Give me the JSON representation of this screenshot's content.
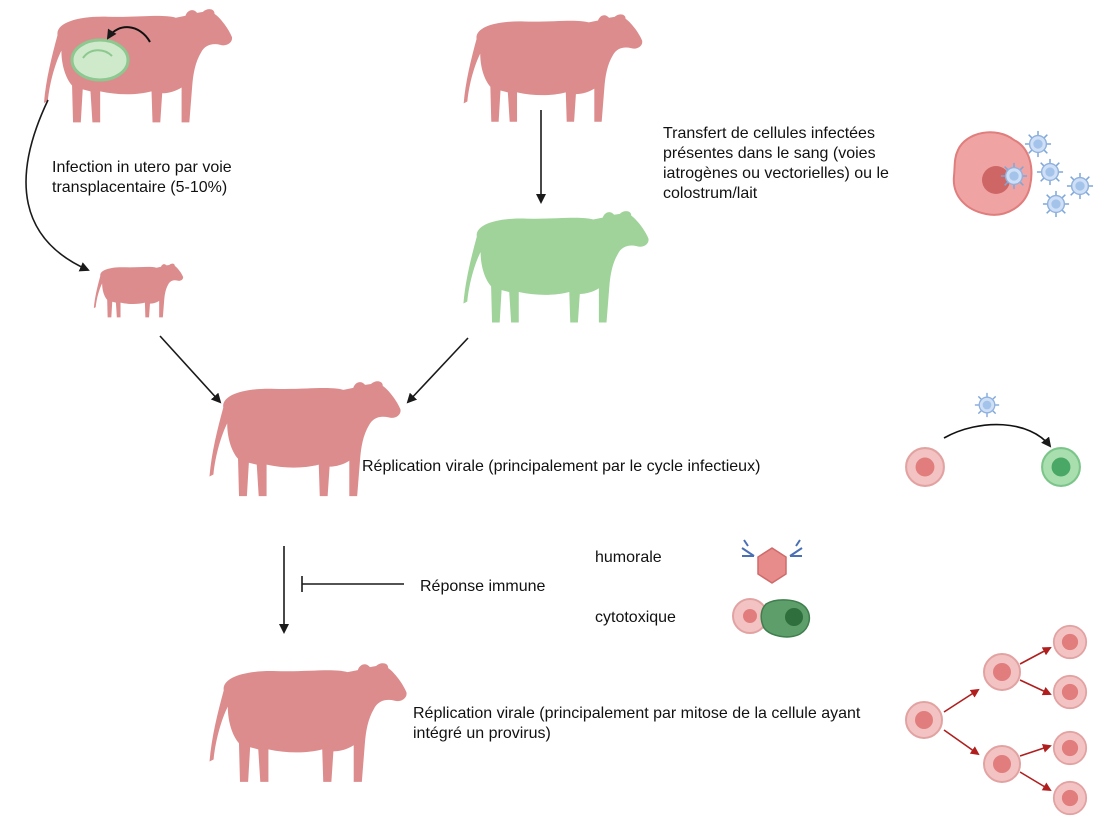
{
  "labels": {
    "utero": "Infection in utero par voie transplacentaire (5-10%)",
    "transfert": "Transfert de cellules infectées présentes dans le sang (voies iatrogènes ou vectorielles) ou le colostrum/lait",
    "replication_infectieux": "Réplication virale (principalement par le cycle infectieux)",
    "humorale": "humorale",
    "reponse_immune": "Réponse immune",
    "cytotoxique": "cytotoxique",
    "replication_mitose": "Réplication virale (principalement par mitose de la cellule ayant intégré un provirus)"
  },
  "colors": {
    "infected_red": "#dc8c8c",
    "uninfected_green": "#9fd39a",
    "virus_blue": "#a9c8ec",
    "arrow_dark": "#1a1a1a",
    "arrow_red": "#b01e1e"
  },
  "icons": [
    "cow-icon",
    "calf-icon",
    "uterus-icon",
    "virus-icon",
    "cell-icon",
    "antibody-icon",
    "cytotoxic-cell-icon"
  ]
}
